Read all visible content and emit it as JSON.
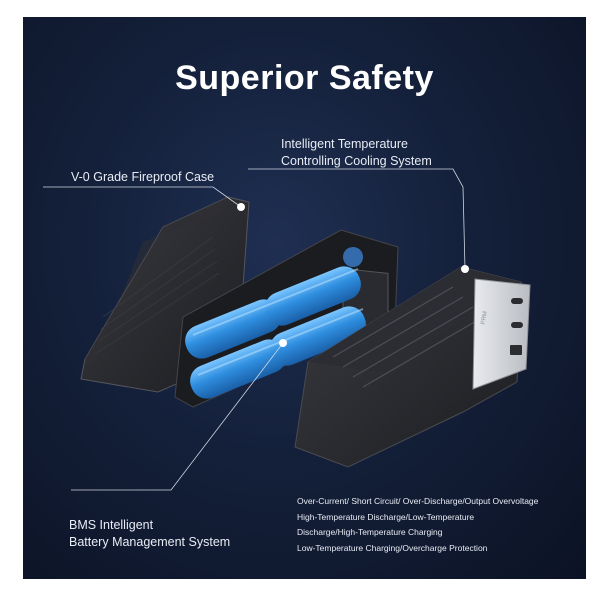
{
  "title": "Superior Safety",
  "labels": {
    "cooling_line1": "Intelligent Temperature",
    "cooling_line2": "Controlling Cooling System",
    "case": "V-0 Grade Fireproof Case",
    "bms_line1": "BMS Intelligent",
    "bms_line2": "Battery Management System"
  },
  "protections": [
    "Over-Current/ Short Circuit/ Over-Discharge/Output Overvoltage",
    "High-Temperature Discharge/Low-Temperature",
    "Discharge/High-Temperature Charging",
    "Low-Temperature Charging/Overcharge Protection"
  ],
  "device_brand": "PRM",
  "colors": {
    "background": "#14203a",
    "battery": "#2f8fe0",
    "case": "#2b2c30",
    "accent": "#ffffff"
  }
}
